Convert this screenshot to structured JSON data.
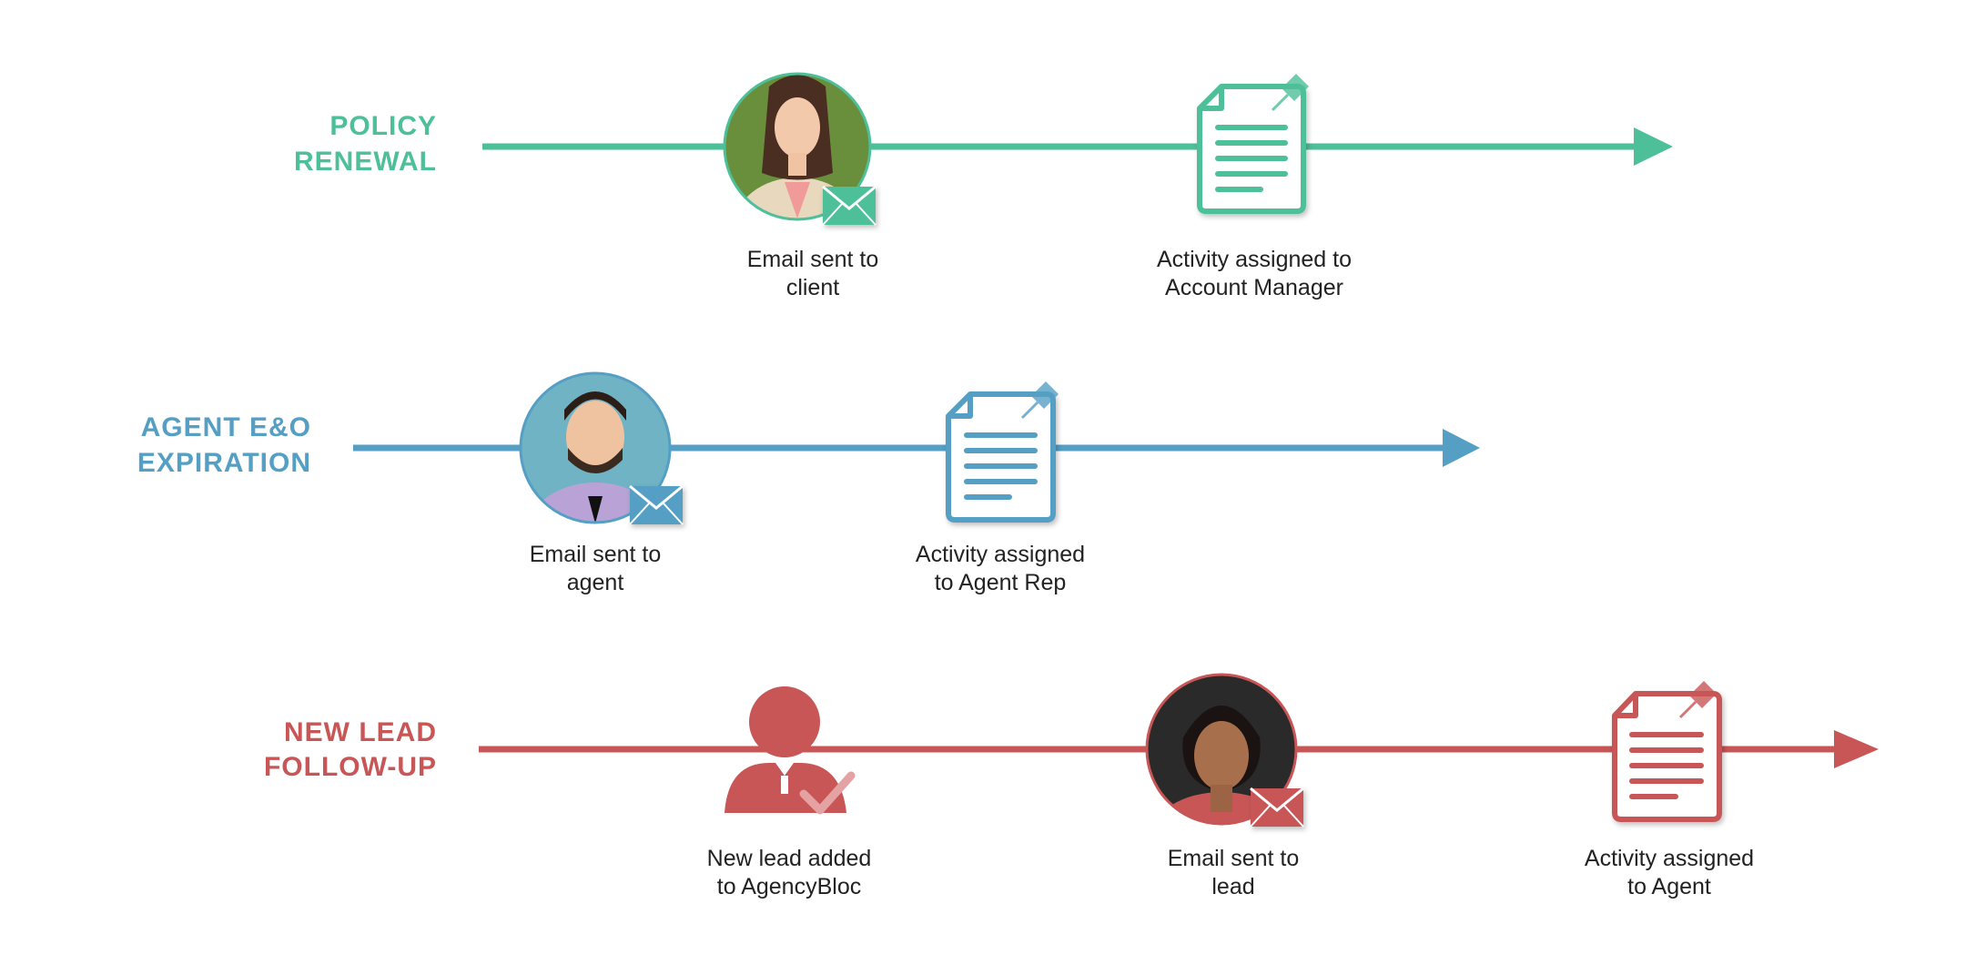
{
  "colors": {
    "policy_renewal": "#4dbf99",
    "agent_eo": "#559fc4",
    "new_lead": "#c85656",
    "caption_text": "#222222"
  },
  "lanes": [
    {
      "key": "policy_renewal",
      "title_line1": "POLICY",
      "title_line2": "RENEWAL",
      "steps": [
        {
          "icon": "client-photo-with-email-icon",
          "caption_line1": "Email sent to",
          "caption_line2": "client"
        },
        {
          "icon": "pinned-document-icon",
          "caption_line1": "Activity assigned to",
          "caption_line2": "Account Manager"
        }
      ]
    },
    {
      "key": "agent_eo",
      "title_line1": "AGENT E&O",
      "title_line2": "EXPIRATION",
      "steps": [
        {
          "icon": "agent-photo-with-email-icon",
          "caption_line1": "Email sent to",
          "caption_line2": "agent"
        },
        {
          "icon": "pinned-document-icon",
          "caption_line1": "Activity assigned",
          "caption_line2": "to Agent Rep"
        }
      ]
    },
    {
      "key": "new_lead",
      "title_line1": "NEW LEAD",
      "title_line2": "FOLLOW-UP",
      "steps": [
        {
          "icon": "user-check-icon",
          "caption_line1": "New lead added",
          "caption_line2": "to AgencyBloc"
        },
        {
          "icon": "lead-photo-with-email-icon",
          "caption_line1": "Email sent to",
          "caption_line2": "lead"
        },
        {
          "icon": "pinned-document-icon",
          "caption_line1": "Activity assigned",
          "caption_line2": "to Agent"
        }
      ]
    }
  ]
}
